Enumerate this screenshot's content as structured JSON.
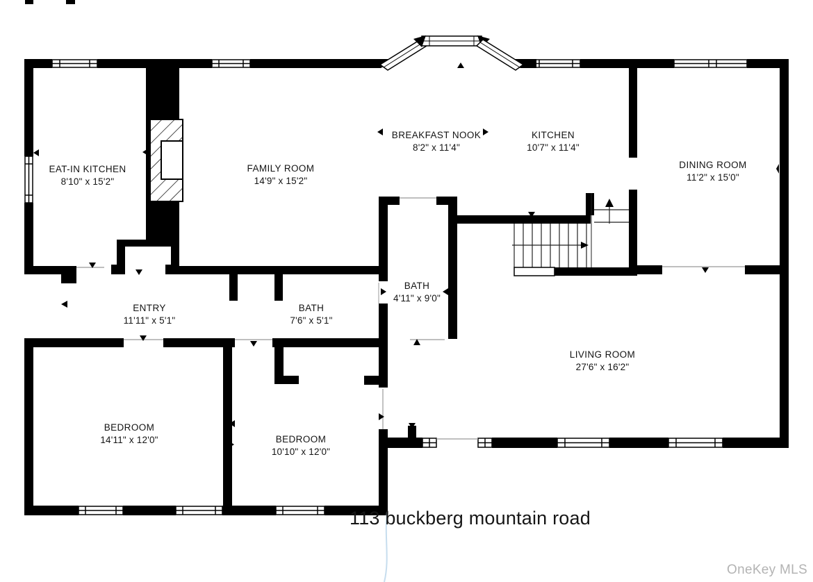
{
  "page": {
    "title": "113 buckberg mountain road",
    "watermark": "OneKey MLS"
  },
  "rooms": [
    {
      "id": "eat-in-kitchen",
      "name": "EAT-IN KITCHEN",
      "dims": "8'10\" x 15'2\""
    },
    {
      "id": "family-room",
      "name": "FAMILY ROOM",
      "dims": "14'9\" x 15'2\""
    },
    {
      "id": "breakfast-nook",
      "name": "BREAKFAST NOOK",
      "dims": "8'2\" x 11'4\""
    },
    {
      "id": "kitchen",
      "name": "KITCHEN",
      "dims": "10'7\" x 11'4\""
    },
    {
      "id": "dining-room",
      "name": "DINING ROOM",
      "dims": "11'2\" x 15'0\""
    },
    {
      "id": "entry",
      "name": "ENTRY",
      "dims": "11'11\" x 5'1\""
    },
    {
      "id": "bath-upper",
      "name": "BATH",
      "dims": "4'11\" x 9'0\""
    },
    {
      "id": "bath-hall",
      "name": "BATH",
      "dims": "7'6\" x 5'1\""
    },
    {
      "id": "living-room",
      "name": "LIVING ROOM",
      "dims": "27'6\" x 16'2\""
    },
    {
      "id": "bedroom-1",
      "name": "BEDROOM",
      "dims": "14'11\" x 12'0\""
    },
    {
      "id": "bedroom-2",
      "name": "BEDROOM",
      "dims": "10'10\" x 12'0\""
    }
  ],
  "colors": {
    "wall": "#000000",
    "background": "#ffffff",
    "label_text": "#141414",
    "watermark": "#b3b3b3",
    "artifact_line": "#b8d4ea"
  }
}
